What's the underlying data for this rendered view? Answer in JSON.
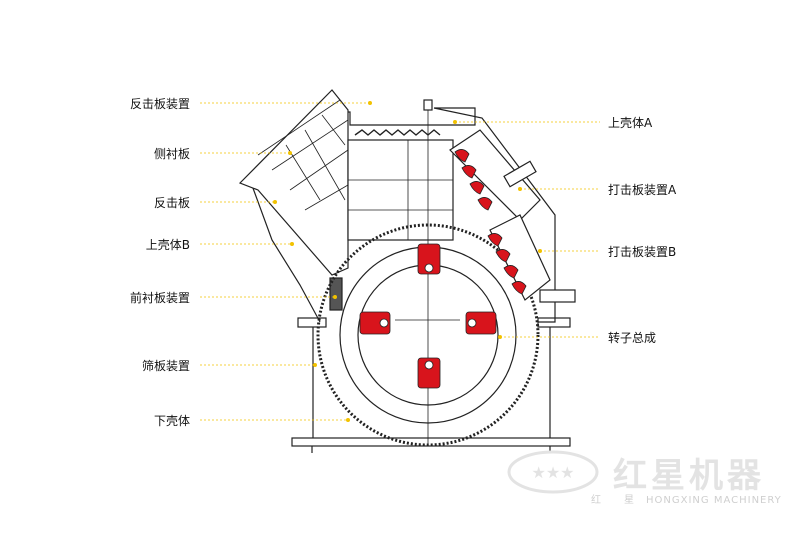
{
  "labels_left": [
    {
      "id": "impact-plate-assembly",
      "text": "反击板装置"
    },
    {
      "id": "side-liner",
      "text": "侧衬板"
    },
    {
      "id": "impact-plate",
      "text": "反击板"
    },
    {
      "id": "upper-shell-b",
      "text": "上壳体B"
    },
    {
      "id": "front-liner-assembly",
      "text": "前衬板装置"
    },
    {
      "id": "screen-plate-assembly",
      "text": "筛板装置"
    },
    {
      "id": "lower-shell",
      "text": "下壳体"
    }
  ],
  "labels_right": [
    {
      "id": "upper-shell-a",
      "text": "上壳体A"
    },
    {
      "id": "hammer-assembly-a",
      "text": "打击板装置A"
    },
    {
      "id": "hammer-assembly-b",
      "text": "打击板装置B"
    },
    {
      "id": "rotor-assembly",
      "text": "转子总成"
    }
  ],
  "watermark": {
    "name": "红星机器",
    "subtitle": "红　　星　HONGXING MACHINERY"
  },
  "colors": {
    "line": "#222222",
    "leader": "#f2c200",
    "accent": "#d8141c",
    "watermark": "#e3e3e3"
  }
}
